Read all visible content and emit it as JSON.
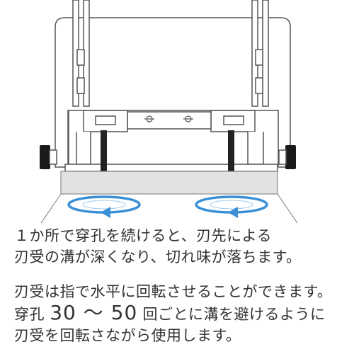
{
  "paragraph1": {
    "line1": "１か所で穿孔を続けると、刃先による",
    "line2": "刃受の溝が深くなり、切れ味が落ちます。"
  },
  "paragraph2": {
    "line1": "刃受は指で水平に回転させることができます。",
    "line2_pre": "穿孔 ",
    "line2_num1": "30",
    "line2_tilde": " ～ ",
    "line2_num2": "50",
    "line2_post": " 回ごとに溝を避けるように",
    "line3": "刃受を回転さながら使用します。"
  },
  "colors": {
    "rotation_arrow": "#3a8fd6",
    "blade_block": "#222222",
    "blade_holder": "#e2e2e2",
    "outline": "#555555"
  }
}
